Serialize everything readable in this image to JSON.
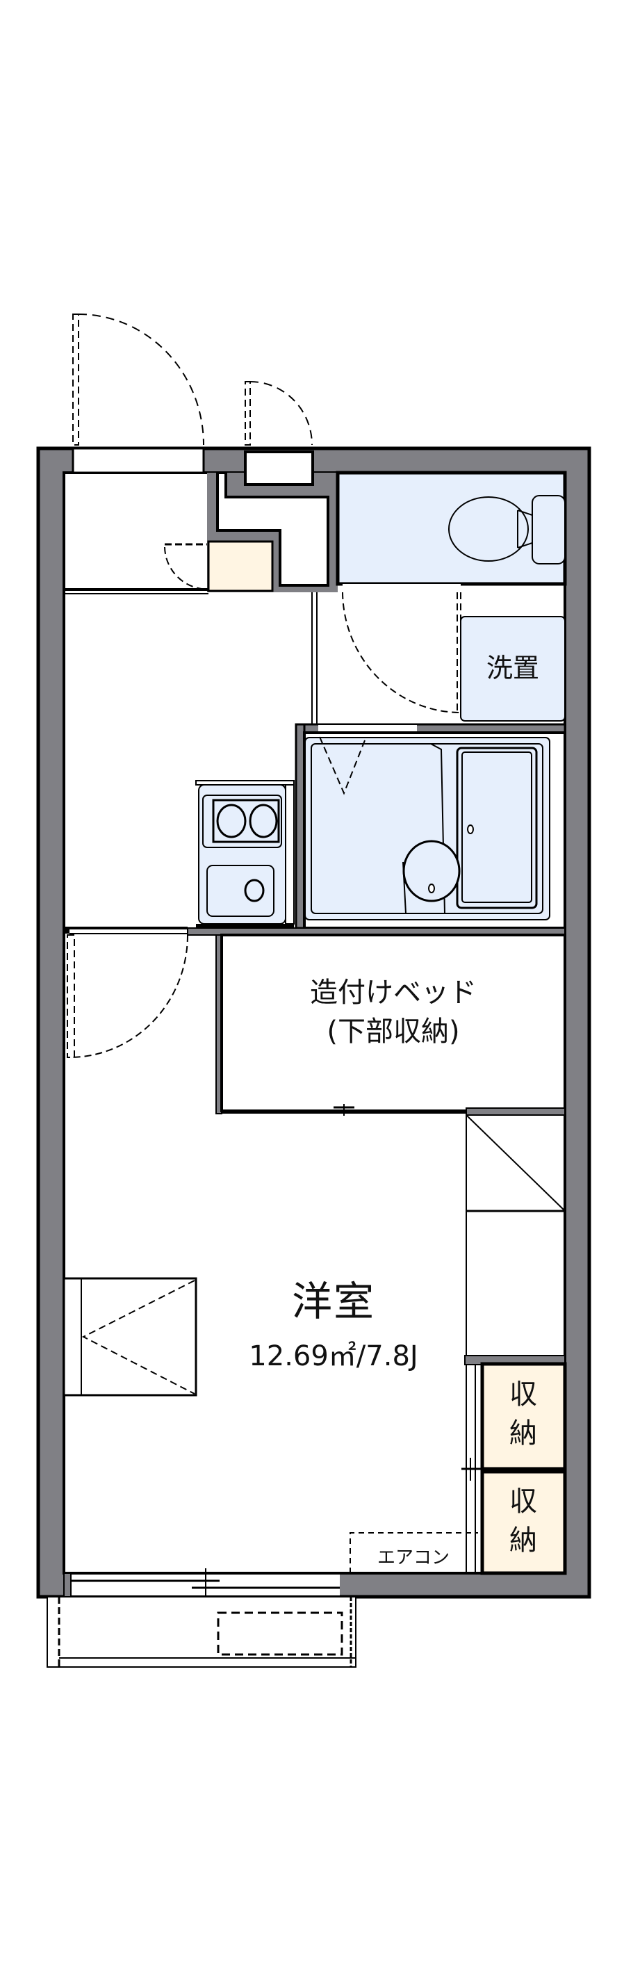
{
  "floorplan": {
    "colors": {
      "wall": "#808085",
      "wet_area": "#E6EFFC",
      "storage": "#FFF5E3",
      "line": "#000000",
      "floor": "#FFFFFF"
    },
    "rooms": {
      "main_room": {
        "name": "洋室",
        "area": "12.69㎡/7.8J"
      },
      "built_in_bed": {
        "line1": "造付けベッド",
        "line2": "(下部収納)"
      },
      "washer": {
        "label": "洗置"
      },
      "storage_1": {
        "label": "収納"
      },
      "storage_2": {
        "label": "収納"
      },
      "air_conditioner": {
        "label": "エアコン"
      }
    },
    "fixtures": [
      "toilet-icon",
      "bathtub-icon",
      "wash-basin-icon",
      "stove-icon",
      "sink-icon",
      "shoe-cabinet"
    ]
  }
}
